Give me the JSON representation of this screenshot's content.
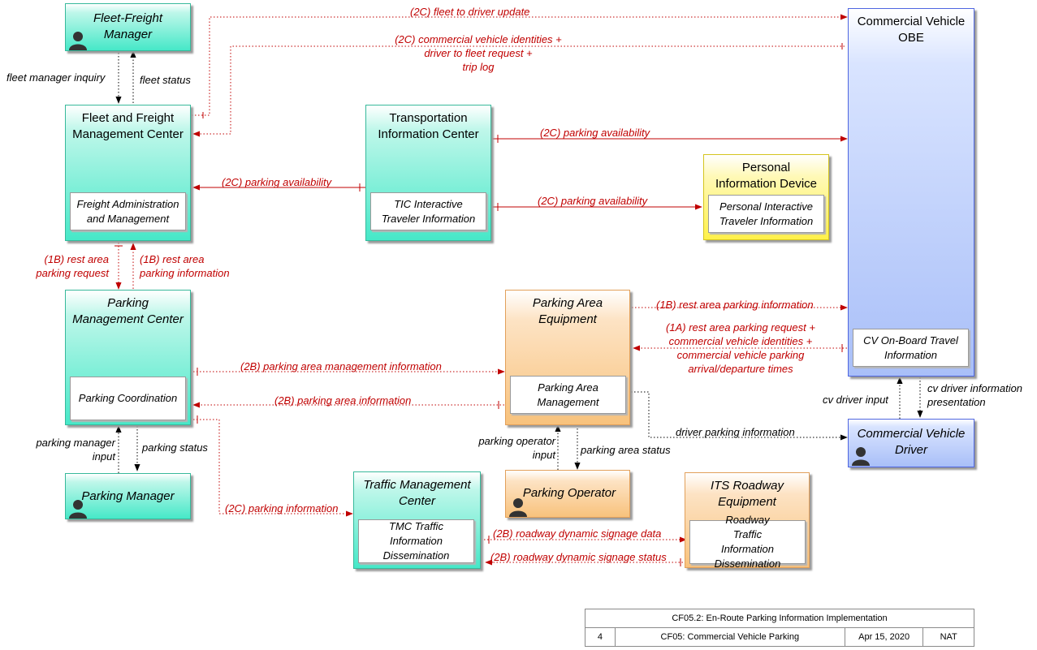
{
  "elements": {
    "fleet_freight_manager": "Fleet-Freight Manager",
    "fleet_freight_center": "Fleet and Freight Management Center",
    "freight_admin": "Freight Administration and Management",
    "tic": "Transportation Information Center",
    "tic_interactive": "TIC Interactive Traveler Information",
    "personal_device": "Personal Information Device",
    "personal_interactive": "Personal Interactive Traveler Information",
    "cv_obe": "Commercial Vehicle OBE",
    "cv_onboard": "CV On-Board Travel Information",
    "parking_mgmt_center": "Parking Management Center",
    "parking_coordination": "Parking Coordination",
    "parking_area_equipment": "Parking Area Equipment",
    "parking_area_management": "Parking Area Management",
    "cv_driver": "Commercial Vehicle Driver",
    "parking_manager": "Parking Manager",
    "traffic_mgmt_center": "Traffic Management Center",
    "tmc_traffic_info": "TMC Traffic Information Dissemination",
    "parking_operator": "Parking Operator",
    "its_roadway_equipment": "ITS Roadway Equipment",
    "roadway_traffic_info": "Roadway Traffic Information Dissemination"
  },
  "flows": {
    "fleet_to_driver_update": "(2C) fleet to driver update",
    "cv_identities_l1": "(2C) commercial vehicle identities +",
    "cv_identities_l2": "driver to fleet request +",
    "cv_identities_l3": "trip log",
    "fleet_manager_inquiry": "fleet manager inquiry",
    "fleet_status": "fleet status",
    "parking_avail_tic_obe": "(2C) parking availability",
    "parking_avail_tic_fleet": "(2C) parking availability",
    "parking_avail_tic_pid": "(2C) parking availability",
    "rest_area_request_l1": "(1B) rest area",
    "rest_area_request_l2": "parking request",
    "rest_area_info_l1": "(1B) rest area",
    "rest_area_info_l2": "parking information",
    "rest_area_parking_info_obe": "(1B) rest area parking information",
    "rest_area_request_obe_l1": "(1A) rest area parking request +",
    "rest_area_request_obe_l2": "commercial vehicle identities +",
    "rest_area_request_obe_l3": "commercial vehicle parking",
    "rest_area_request_obe_l4": "arrival/departure times",
    "parking_area_mgmt_info": "(2B) parking area management information",
    "parking_area_info": "(2B) parking area information",
    "cv_driver_input": "cv driver input",
    "cv_driver_info_pres_l1": "cv driver information",
    "cv_driver_info_pres_l2": "presentation",
    "driver_parking_info": "driver parking information",
    "parking_manager_input_l1": "parking manager",
    "parking_manager_input_l2": "input",
    "parking_status": "parking status",
    "parking_operator_input_l1": "parking operator",
    "parking_operator_input_l2": "input",
    "parking_area_status": "parking area status",
    "parking_information_2c": "(2C) parking information",
    "roadway_signage_data": "(2B) roadway dynamic signage data",
    "roadway_signage_status": "(2B) roadway dynamic signage status"
  },
  "title_block": {
    "title": "CF05.2: En-Route Parking Information Implementation",
    "page": "4",
    "service": "CF05: Commercial Vehicle Parking",
    "date": "Apr 15, 2020",
    "source": "NAT"
  },
  "colors": {
    "center": "#46e8c8",
    "field": "#f8c27c",
    "personal": "#fff14a",
    "vehicle": "#a9bff8",
    "flow": "#c00000"
  }
}
